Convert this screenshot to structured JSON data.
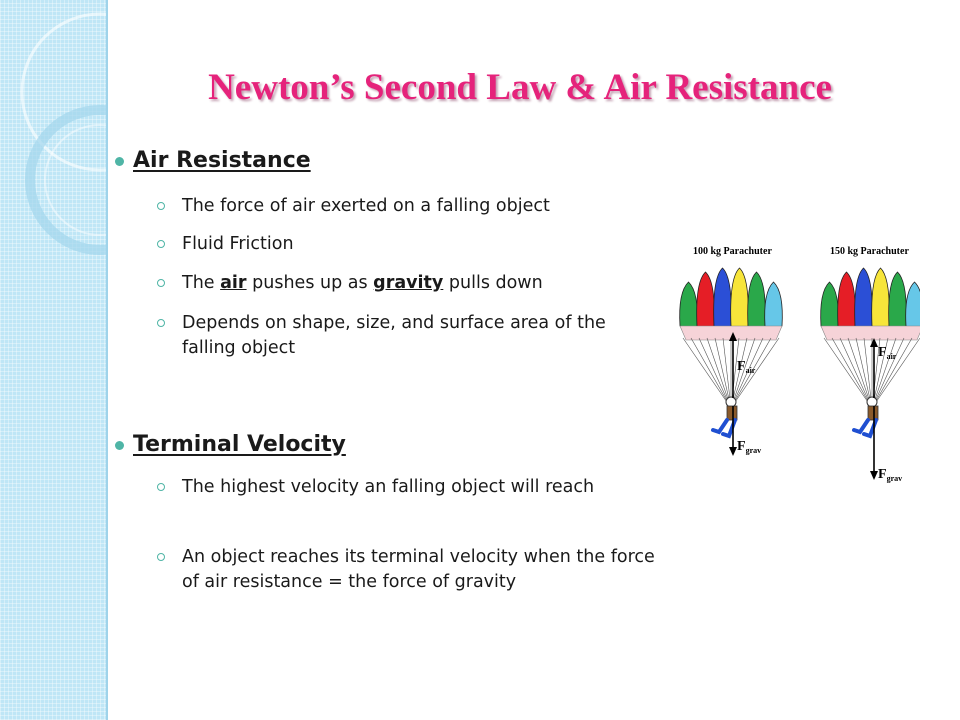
{
  "slide": {
    "title": "Newton’s Second Law & Air Resistance"
  },
  "sections": [
    {
      "heading": "Air Resistance",
      "bullets": [
        "The force of air exerted on a falling object",
        "Fluid Friction",
        {
          "parts": [
            "The ",
            "air",
            " pushes up as ",
            "gravity",
            " pulls down"
          ]
        },
        "Depends on shape, size, and surface area of the falling object"
      ]
    },
    {
      "heading": "Terminal Velocity",
      "bullets": [
        "The highest velocity an falling object will reach",
        "An object reaches its terminal velocity when the force of air resistance = the force of gravity"
      ]
    }
  ],
  "figure": {
    "parachuters": [
      {
        "label": "100 kg Parachuter",
        "f_air": "F",
        "f_air_sub": "air",
        "f_grav": "F",
        "f_grav_sub": "grav"
      },
      {
        "label": "150 kg Parachuter",
        "f_air": "F",
        "f_air_sub": "air",
        "f_grav": "F",
        "f_grav_sub": "grav"
      }
    ],
    "canopy_colors": [
      "#2aa84a",
      "#e51e26",
      "#2b4fd6",
      "#f7e53a",
      "#2aa84a",
      "#66c7e8"
    ]
  },
  "colors": {
    "title": "#e5237b",
    "bullet_accent": "#4fb5a6",
    "strip": "#bfe6f6"
  }
}
